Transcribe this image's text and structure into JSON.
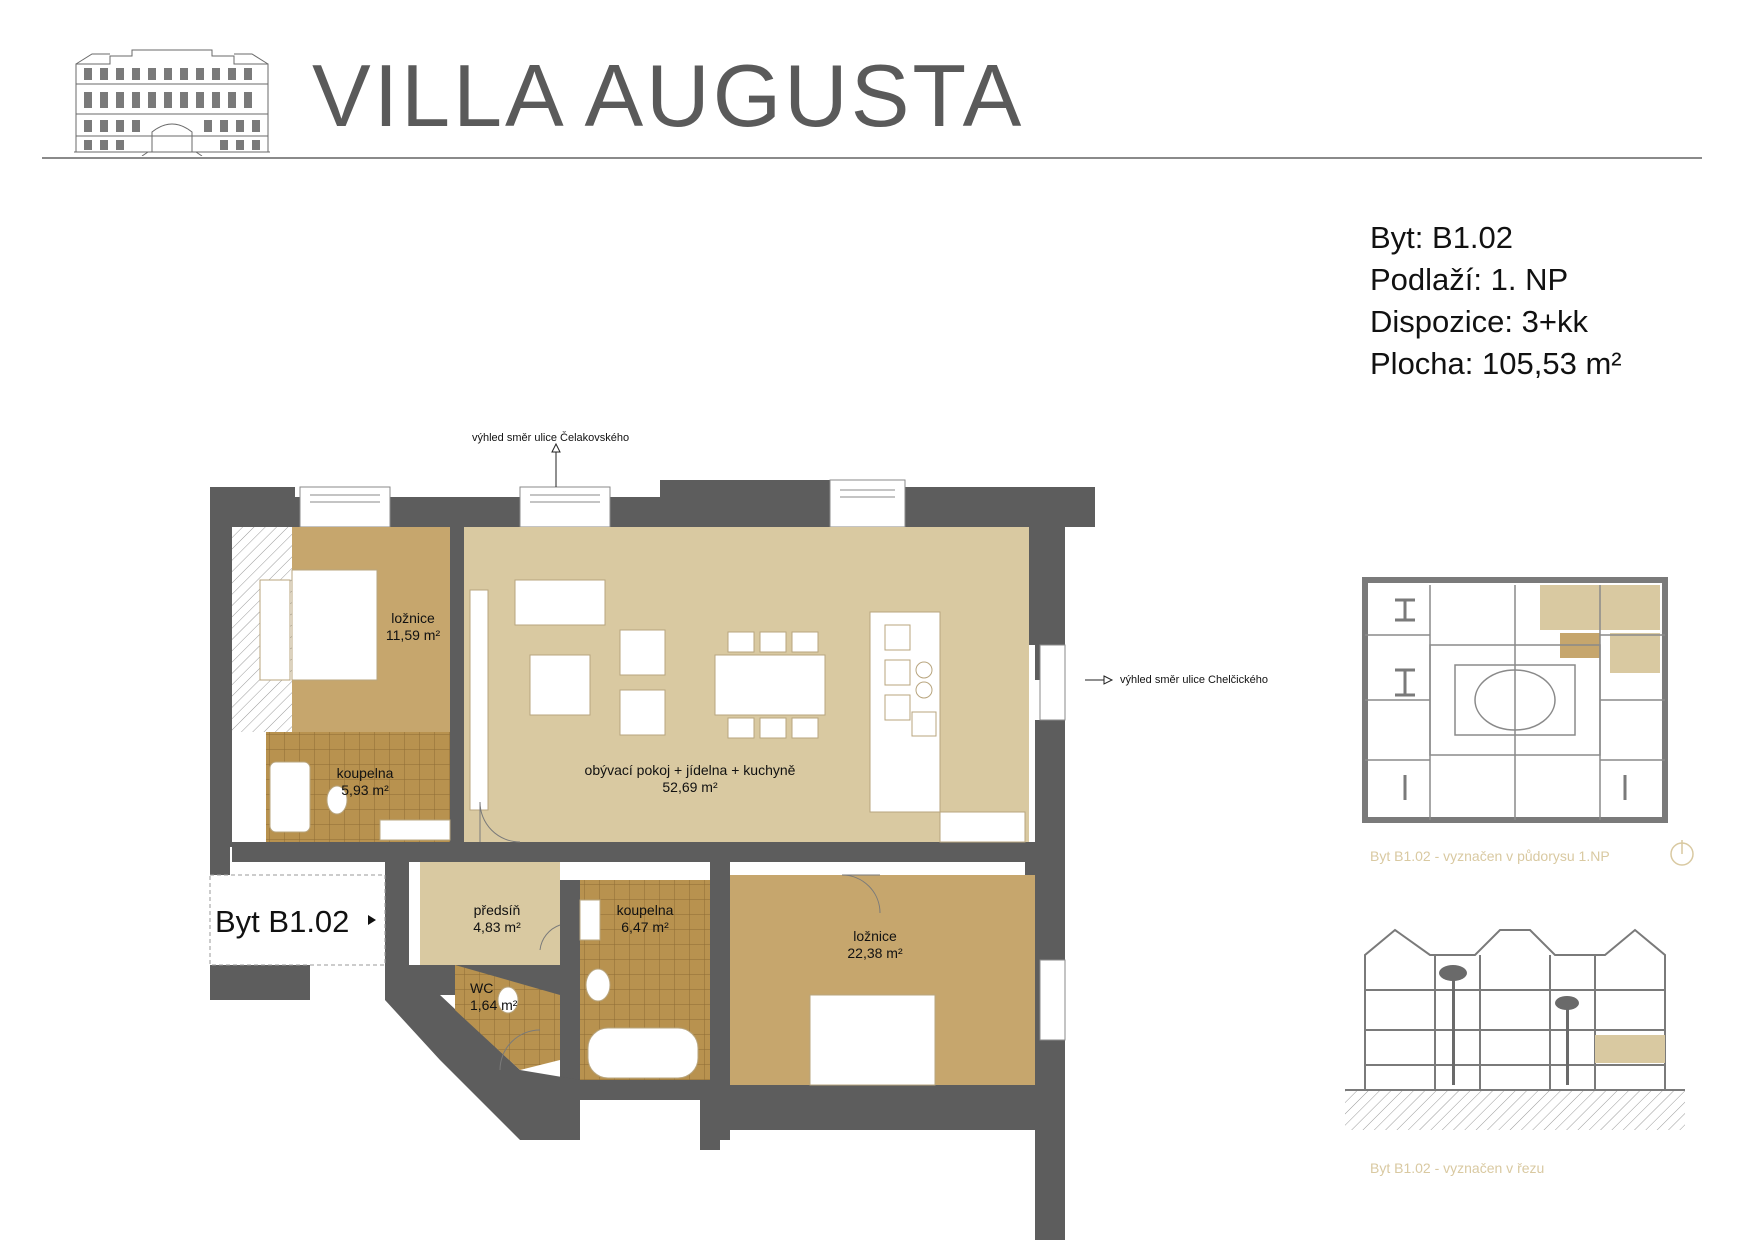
{
  "brand": {
    "title": "VILLA AUGUSTA",
    "logo_icon": "villa-facade-icon"
  },
  "apartment_info": {
    "unit": "Byt: B1.02",
    "floor": "Podlaží: 1. NP",
    "layout": "Dispozice: 3+kk",
    "area": "Plocha: 105,53 m²"
  },
  "views": {
    "north": "výhled směr ulice Čelakovského",
    "east": "výhled směr ulice Chelčického"
  },
  "rooms": {
    "bedroom_small": {
      "name": "ložnice",
      "area": "11,59 m²"
    },
    "bathroom_1": {
      "name": "koupelna",
      "area": "5,93 m²"
    },
    "living": {
      "name": "obývací pokoj + jídelna + kuchyně",
      "area": "52,69 m²"
    },
    "hall": {
      "name": "předsíň",
      "area": "4,83 m²"
    },
    "bathroom_2": {
      "name": "koupelna",
      "area": "6,47 m²"
    },
    "wc": {
      "name": "WC",
      "area": "1,64 m²"
    },
    "bedroom_large": {
      "name": "ložnice",
      "area": "22,38 m²"
    }
  },
  "entry": {
    "label": "Byt B1.02",
    "arrow": "play-arrow-icon"
  },
  "captions": {
    "plan": "Byt B1.02 - vyznačen v půdorysu 1.NP",
    "section": "Byt B1.02 - vyznačen v řezu"
  },
  "colors": {
    "wall": "#5d5d5d",
    "room_light": "#d9c9a1",
    "room_dark": "#c6a66d",
    "tile": "#b8924f",
    "caption": "#d9c9a1"
  }
}
